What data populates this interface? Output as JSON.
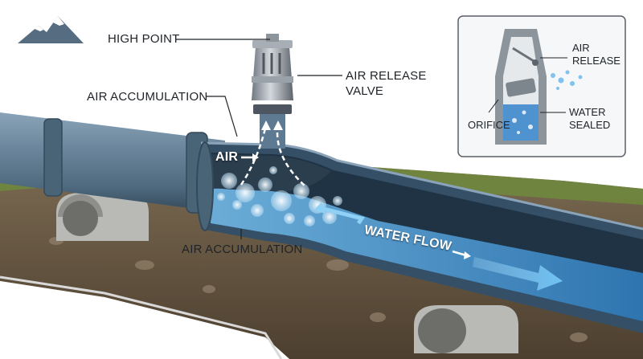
{
  "labels": {
    "high_point": "HIGH POINT",
    "air_release_valve_1": "AIR RELEASE",
    "air_release_valve_2": "VALVE",
    "air_accumulation_top": "AIR ACCUMULATION",
    "air_accumulation_bottom": "AIR ACCUMULATION",
    "air_arrow": "AIR",
    "water_flow": "WATER FLOW"
  },
  "inset": {
    "air_release_1": "AIR",
    "air_release_2": "RELEASE",
    "orifice": "ORIFICE",
    "water_sealed_1": "WATER",
    "water_sealed_2": "SEALED"
  },
  "colors": {
    "pipe_steel": "#5f7d95",
    "water": "#3f88c5",
    "soil": "#6b5a45",
    "grass": "#6f8a3d",
    "snow": "#ffffff"
  }
}
